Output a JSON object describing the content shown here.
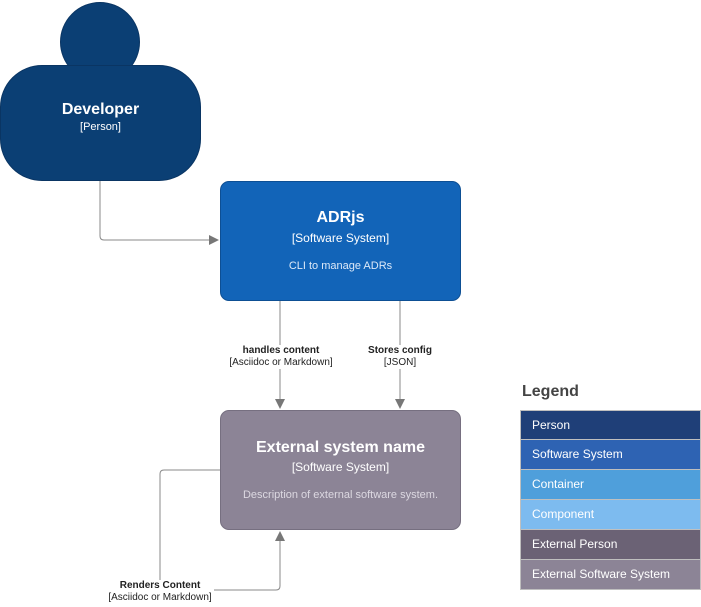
{
  "person": {
    "name": "Developer",
    "type": "[Person]"
  },
  "adrjs": {
    "title": "ADRjs",
    "type": "[Software System]",
    "description": "CLI to manage ADRs"
  },
  "external": {
    "title": "External system name",
    "type": "[Software System]",
    "description": "Description of external software system."
  },
  "edges": {
    "handles": {
      "label": "handles content",
      "tech": "[Asciidoc or Markdown]"
    },
    "stores": {
      "label": "Stores config",
      "tech": "[JSON]"
    },
    "renders": {
      "label": "Renders Content",
      "tech": "[Asciidoc or Markdown]"
    }
  },
  "legend": {
    "title": "Legend",
    "items": [
      {
        "label": "Person",
        "color": "#1f3f78"
      },
      {
        "label": "Software System",
        "color": "#2e63b3"
      },
      {
        "label": "Container",
        "color": "#4f9fdb"
      },
      {
        "label": "Component",
        "color": "#7dbbef"
      },
      {
        "label": "External Person",
        "color": "#6b6275"
      },
      {
        "label": "External Software System",
        "color": "#8c8496"
      }
    ]
  }
}
